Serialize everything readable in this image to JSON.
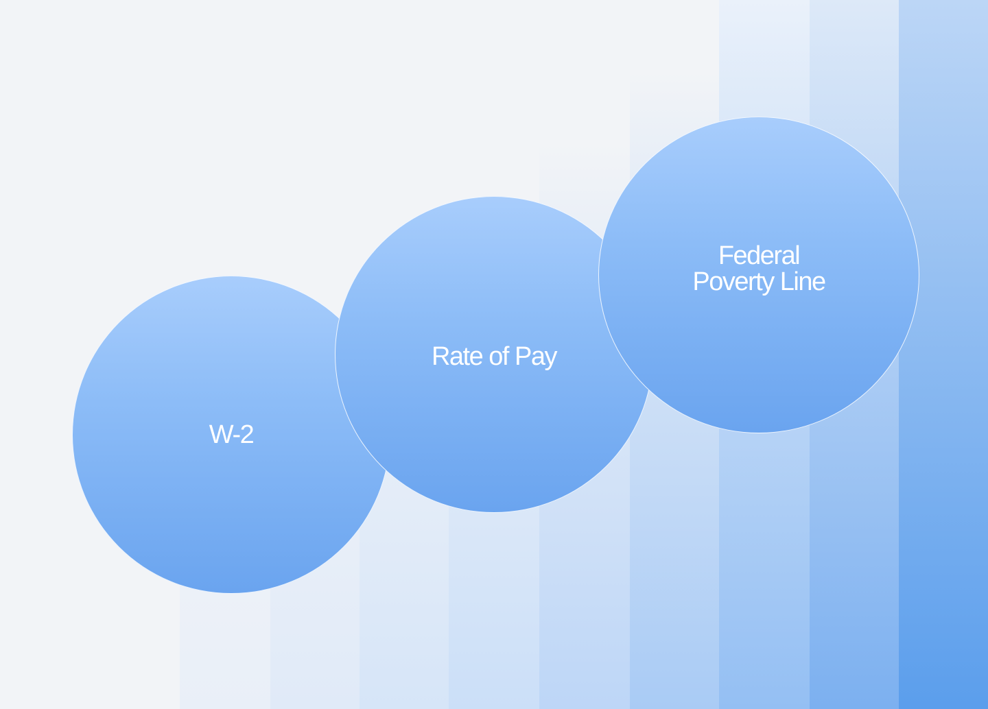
{
  "background": {
    "base_color": "#f2f4f7",
    "accent_color": "#5b9eec"
  },
  "circles": [
    {
      "label": "W-2"
    },
    {
      "label": "Rate of Pay"
    },
    {
      "label": "Federal\nPoverty Line"
    }
  ]
}
